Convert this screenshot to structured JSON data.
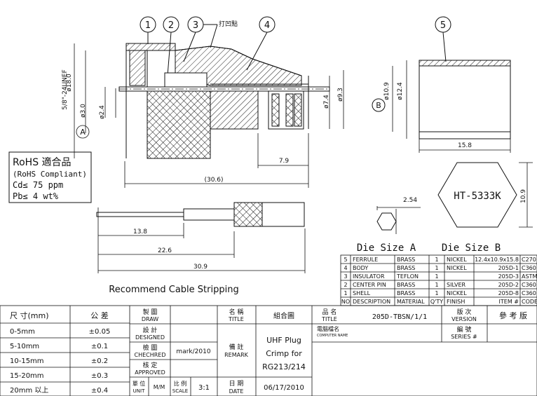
{
  "drawing": {
    "balloons": [
      "1",
      "2",
      "3",
      "4",
      "5"
    ],
    "crimp_note": "打凹點",
    "section_markers": {
      "a": "A",
      "b": "B"
    },
    "dims": {
      "d18": "ø18.0",
      "thread": "5/8\"-24UNEF",
      "d3": "ø3.0",
      "d24": "ø2.4",
      "d74": "ø7.4",
      "d93": "ø9.3",
      "d124": "ø12.4",
      "d109": "ø10.9",
      "l79": "7.9",
      "l306": "(30.6)",
      "l158": "15.8",
      "l254": "2.54",
      "h109": "10.9"
    },
    "die_label": "HT-5333K",
    "die_a_title": "Die Size A",
    "die_b_title": "Die Size B"
  },
  "rohs": {
    "line1": "RoHS 適合品",
    "line2": "(RoHS Compliant)",
    "line3": "Cd≤ 75 ppm",
    "line4": "Pb≤ 4 wt%"
  },
  "stripping": {
    "title": "Recommend Cable Stripping",
    "d138": "13.8",
    "d226": "22.6",
    "d309": "30.9"
  },
  "bom": {
    "rows": [
      {
        "no": "5",
        "desc": "FERRULE",
        "material": "BRASS",
        "qty": "1",
        "finish": "NICKEL",
        "item": "12.4x10.9x15.8",
        "code": "C270"
      },
      {
        "no": "4",
        "desc": "BODY",
        "material": "BRASS",
        "qty": "1",
        "finish": "NICKEL",
        "item": "205D-1",
        "code": "C360"
      },
      {
        "no": "3",
        "desc": "INSULATOR",
        "material": "TEFLON",
        "qty": "1",
        "finish": "",
        "item": "205D-3",
        "code": "ASTM"
      },
      {
        "no": "2",
        "desc": "CENTER PIN",
        "material": "BRASS",
        "qty": "1",
        "finish": "SILVER",
        "item": "205D-2",
        "code": "C360"
      },
      {
        "no": "1",
        "desc": "SHELL",
        "material": "BRASS",
        "qty": "1",
        "finish": "NICKEL",
        "item": "205D-8",
        "code": "C360"
      }
    ],
    "header": {
      "no": "NO",
      "desc": "DESCRIPTION",
      "material": "MATERIAL",
      "qty": "Q'TY",
      "finish": "FINISH",
      "item": "ITEM #",
      "code": "CODE"
    }
  },
  "titleblock": {
    "size_head": "尺 寸(mm)",
    "tol_head": "公 差",
    "ranges": [
      "0-5mm",
      "5-10mm",
      "10-15mm",
      "15-20mm",
      "20mm 以上"
    ],
    "tols": [
      "±0.05",
      "±0.1",
      "±0.2",
      "±0.3",
      "±0.4"
    ],
    "draw_zh": "製 圖",
    "draw_en": "DRAW",
    "design_zh": "設 計",
    "design_en": "DESIGNED",
    "check_zh": "檢 圖",
    "check_en": "CHECHRED",
    "check_val": "mark/2010",
    "approve_zh": "核 定",
    "approve_en": "APPROVED",
    "unit_zh": "單 位",
    "unit_en": "UNIT",
    "unit_val": "M/M",
    "scale_zh": "比 例",
    "scale_en": "SCALE",
    "scale_val": "3:1",
    "title_zh": "名 稱",
    "title_en": "TITLE",
    "remark_zh": "備 註",
    "remark_en": "REMARK",
    "date_zh": "日 期",
    "date_en": "DATE",
    "date_val": "06/17/2010",
    "assembly": "組合圖",
    "desc_lines": [
      "UHF Plug",
      "Crimp for",
      "RG213/214"
    ],
    "name_zh": "品 名",
    "name_en": "TITLE",
    "part_no": "205D-TBSN/1/1",
    "computer_zh": "電腦檔名",
    "computer_en": "COMPUTER NAME",
    "version_zh": "版 次",
    "version_en": "VERSION",
    "ref_zh": "參 考 版",
    "series_zh": "編 號",
    "series_en": "SERIES #"
  }
}
